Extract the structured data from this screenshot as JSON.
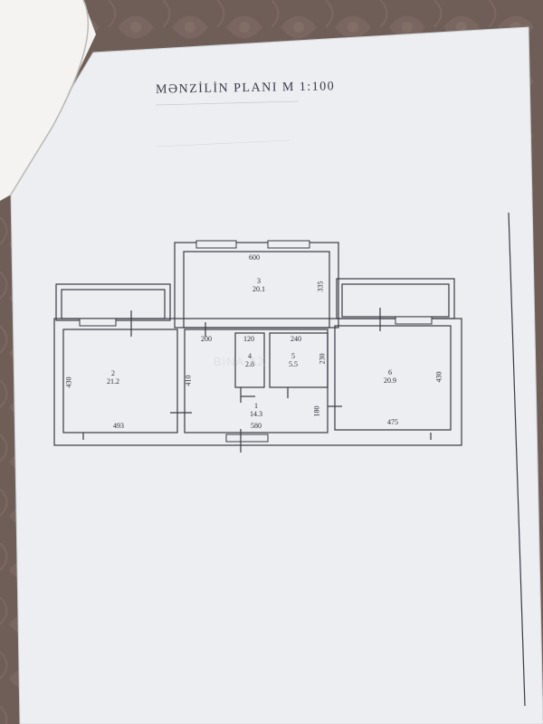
{
  "title": "MƏNZİLİN PLANI   M 1:100",
  "rooms": [
    {
      "number": "1",
      "area": "14.3"
    },
    {
      "number": "2",
      "area": "21.2"
    },
    {
      "number": "3",
      "area": "20.1"
    },
    {
      "number": "4",
      "area": "2.8"
    },
    {
      "number": "5",
      "area": "5.5"
    },
    {
      "number": "6",
      "area": "20.9"
    }
  ],
  "dimensions": {
    "room3_width": "600",
    "room3_depth": "335",
    "room2_depth": "430",
    "room2_width": "493",
    "corridor_depth": "410",
    "corridor_top": "200",
    "room4_width": "120",
    "room5_width": "240",
    "room5_depth": "230",
    "corridor_lower": "180",
    "corridor_width": "580",
    "room6_width": "475",
    "room6_depth": "430"
  },
  "watermark": "BINA.AZ",
  "colors": {
    "paper": "#eef0f2",
    "line": "#3a3a44",
    "background": "#6f5d57"
  }
}
